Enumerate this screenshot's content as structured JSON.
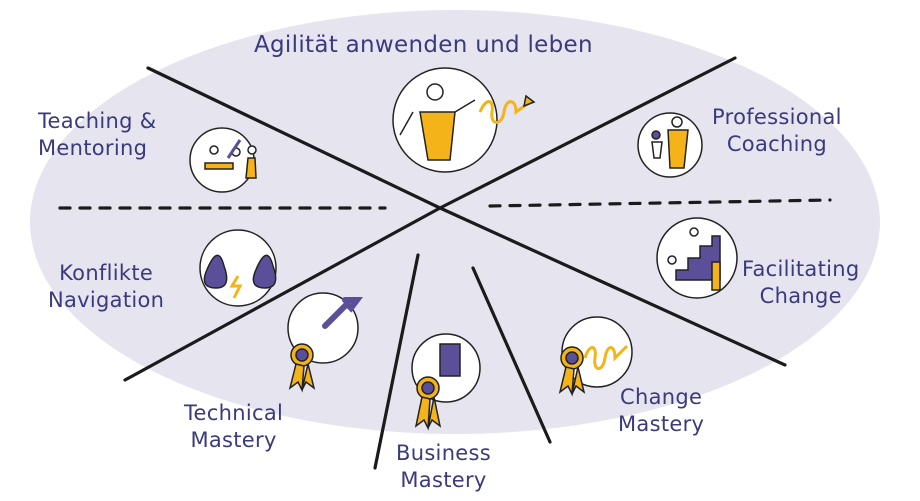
{
  "diagram": {
    "top_title": "Agilität anwenden und leben",
    "sections": {
      "teaching_mentoring": [
        "Teaching &",
        "Mentoring"
      ],
      "professional_coaching": [
        "Professional",
        "Coaching"
      ],
      "konflikte_navigation": [
        "Konflikte",
        "Navigation"
      ],
      "facilitating_change": [
        "Facilitating",
        "Change"
      ],
      "technical_mastery": [
        "Technical",
        "Mastery"
      ],
      "business_mastery": [
        "Business",
        "Mastery"
      ],
      "change_mastery": [
        "Change",
        "Mastery"
      ]
    },
    "colors": {
      "ellipse_fill": "#e6e4ef",
      "ink": "#1b1b1b",
      "label_text": "#3a3a7c",
      "accent_yellow": "#f3b319",
      "accent_purple": "#5b4f9a"
    },
    "icons": {
      "center_top": "person-spring-arrow-icon",
      "teaching_mentoring": "teacher-students-icon",
      "professional_coaching": "coach-person-icon",
      "konflikte_navigation": "conflict-drops-lightning-icon",
      "facilitating_change": "stairs-climbers-icon",
      "technical_mastery": "wrench-medal-icon",
      "business_mastery": "building-medal-icon",
      "change_mastery": "spring-arrow-medal-icon"
    }
  }
}
